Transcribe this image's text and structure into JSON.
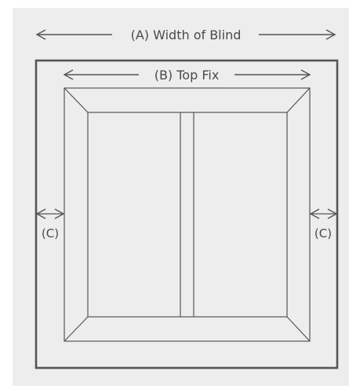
{
  "labels": {
    "width_of_blind": "(A) Width of Blind",
    "top_fix": "(B) Top Fix",
    "side_left": "(C)",
    "side_right": "(C)"
  },
  "colors": {
    "background": "#ededed",
    "outer_frame": "#555555",
    "stroke": "#555555",
    "text": "#4a4a4a"
  }
}
